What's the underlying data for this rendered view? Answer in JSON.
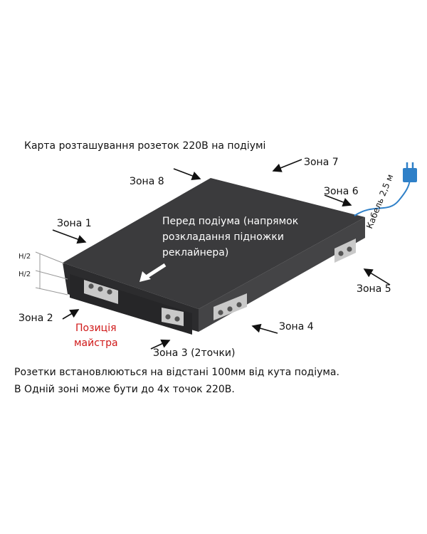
{
  "title": "Карта розташування розеток 220В на подіумі",
  "zones": {
    "z1": "Зона 1",
    "z2": "Зона 2",
    "z3": "Зона 3 (2точки)",
    "z4": "Зона 4",
    "z5": "Зона 5",
    "z6": "Зона 6",
    "z7": "Зона 7",
    "z8": "Зона 8"
  },
  "front_note": {
    "line1": "Перед подіума (напрямок",
    "line2": "розкладання підножки",
    "line3": "реклайнера)"
  },
  "master": {
    "line1": "Позиція",
    "line2": "майстра"
  },
  "cable": "Кабель 2,5 м",
  "dims": {
    "h1": "H/2",
    "h2": "H/2"
  },
  "notes": {
    "line1": "Розетки встановлюються на відстані 100мм від кута подіума.",
    "line2": "В Одній зоні може бути до 4х точок 220В."
  },
  "colors": {
    "top_face": "#3b3b3d",
    "front_face": "#2c2c2e",
    "side_face": "#444446",
    "socket_plate": "#c9c9c9",
    "master_text": "#d01818",
    "plug_blue": "#2f80c8"
  },
  "icons": [
    "arrow-icon",
    "socket-icon",
    "plug-icon"
  ]
}
